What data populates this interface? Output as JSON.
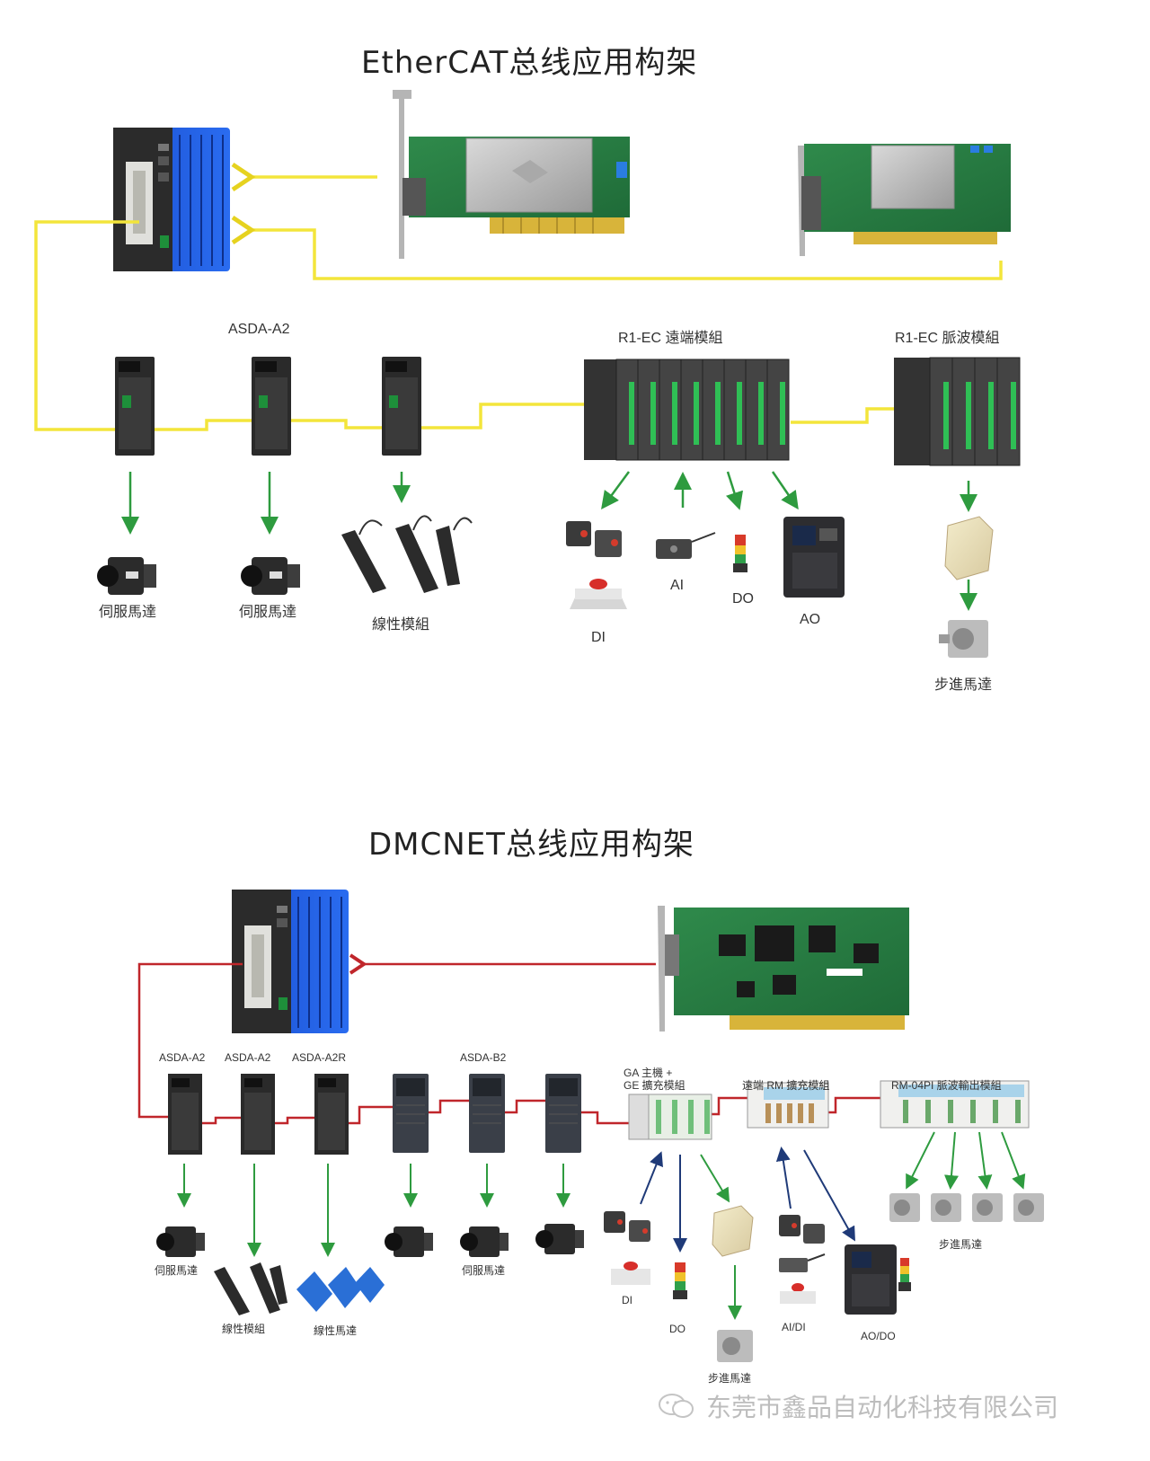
{
  "sections": {
    "ethercat": {
      "title": "EtherCAT总线应用构架",
      "labels": {
        "asda": "ASDA-A2",
        "r1_remote": "R1-EC 遠端模組",
        "r1_pulse": "R1-EC 脈波模組",
        "servo1": "伺服馬達",
        "servo2": "伺服馬達",
        "linear": "線性模組",
        "di": "DI",
        "ai": "AI",
        "do": "DO",
        "ao": "AO",
        "stepper": "步進馬達"
      },
      "colors": {
        "bus": "#f3e53b",
        "arrow": "#2e9b3f"
      }
    },
    "dmcnet": {
      "title": "DMCNET总线应用构架",
      "labels": {
        "asda_a2_1": "ASDA-A2",
        "asda_a2_2": "ASDA-A2",
        "asda_a2r": "ASDA-A2R",
        "asda_b2": "ASDA-B2",
        "ga_line1": "GA 主機 +",
        "ga_line2": "GE 擴充模組",
        "rm_module": "遠端 RM 擴充模組",
        "rm04pi": "RM-04PI 脈波輸出模組",
        "servo_left": "伺服馬達",
        "linear_module": "線性模組",
        "linear_motor": "線性馬達",
        "servo_mid": "伺服馬達",
        "di": "DI",
        "do": "DO",
        "stepper_mid": "步進馬達",
        "ai_di": "AI/DI",
        "ao_do": "AO/DO",
        "stepper_right": "步進馬達"
      },
      "colors": {
        "bus": "#c0262b",
        "green_arrow": "#2e9b3f",
        "blue_arrow": "#1f3a78"
      }
    }
  },
  "watermark": "东莞市鑫品自动化科技有限公司",
  "icons": [
    "ipc-controller-icon",
    "pci-card-icon",
    "servo-drive-icon",
    "remote-io-module-icon",
    "servo-motor-icon",
    "linear-module-icon",
    "sensor-icon",
    "signal-tower-icon",
    "inverter-icon",
    "stepper-driver-icon",
    "stepper-motor-icon",
    "wechat-icon"
  ]
}
